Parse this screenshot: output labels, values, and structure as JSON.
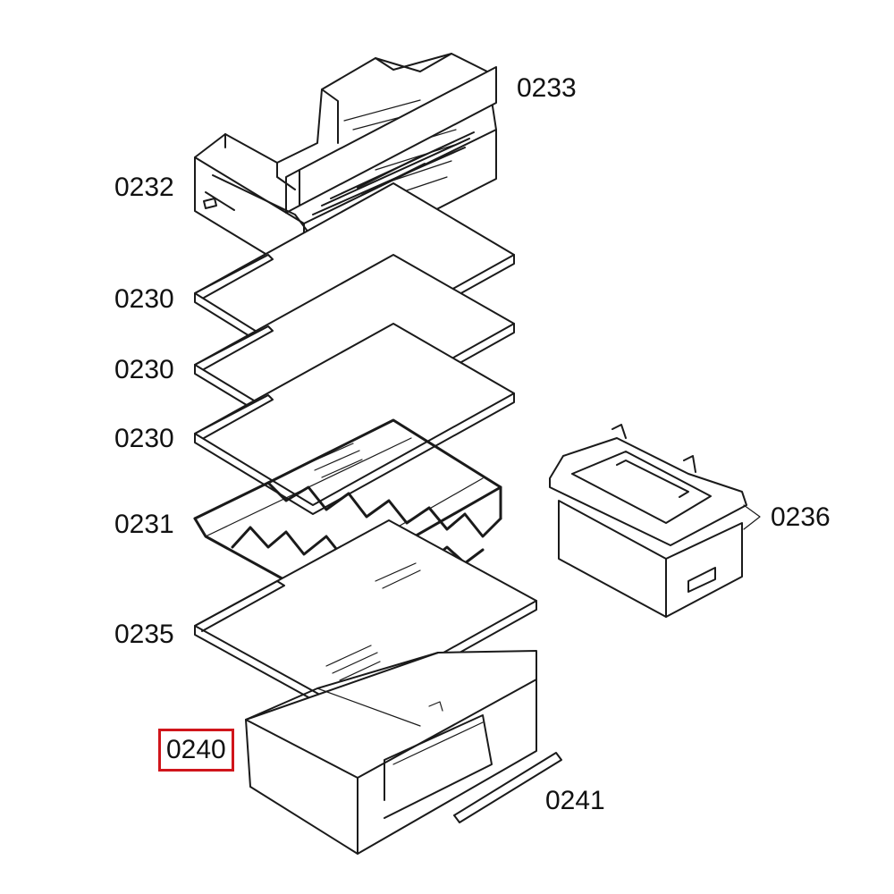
{
  "parts": {
    "p0232": "0232",
    "p0233": "0233",
    "p0230a": "0230",
    "p0230b": "0230",
    "p0230c": "0230",
    "p0231": "0231",
    "p0235": "0235",
    "p0240": "0240",
    "p0241": "0241",
    "p0236": "0236"
  },
  "colors": {
    "line": "#1a1a1a",
    "highlight": "#d0151b"
  }
}
